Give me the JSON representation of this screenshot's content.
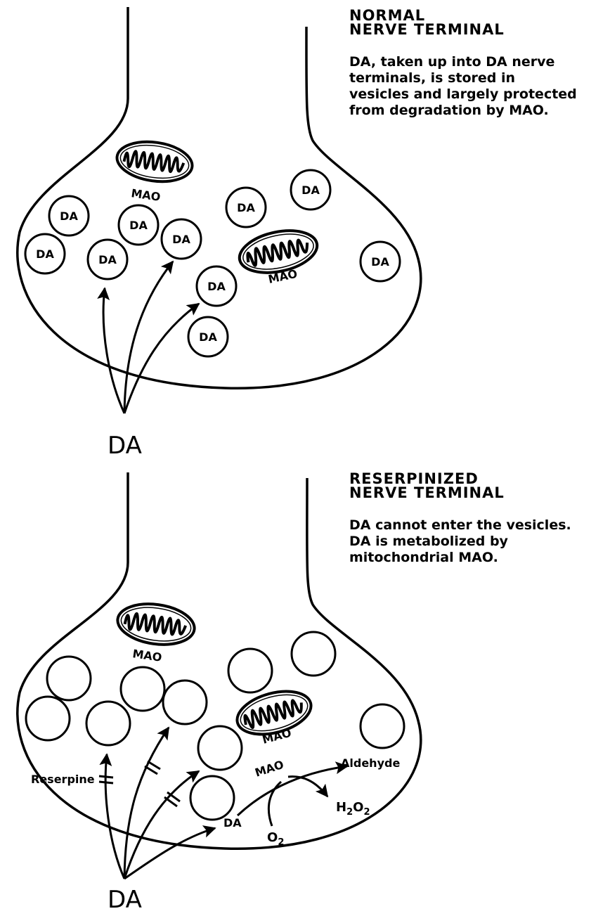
{
  "panels": [
    {
      "id": "normal",
      "heading_line1": "NORMAL",
      "heading_line2": "NERVE TERMINAL",
      "description_lines": [
        "DA, taken up into DA nerve",
        "terminals, is stored in",
        "vesicles and largely protected",
        "from degradation by MAO."
      ],
      "vesicle_label": "DA",
      "mitochondrion_label": "MAO",
      "external_label": "DA"
    },
    {
      "id": "reserpinized",
      "heading_line1": "RESERPINIZED",
      "heading_line2": "NERVE TERMINAL",
      "description_lines": [
        "DA cannot enter the vesicles.",
        "DA is metabolized by",
        "mitochondrial MAO."
      ],
      "vesicle_label": "",
      "mitochondrion_label": "MAO",
      "external_label": "DA",
      "drug_label": "Reserpine",
      "cytoplasmic_label": "DA",
      "enzyme_label": "MAO",
      "product_1": "Aldehyde",
      "product_2": {
        "base": "H",
        "sub1": "2",
        "mid": "O",
        "sub2": "2"
      },
      "cofactor": {
        "base": "O",
        "sub": "2"
      }
    }
  ]
}
